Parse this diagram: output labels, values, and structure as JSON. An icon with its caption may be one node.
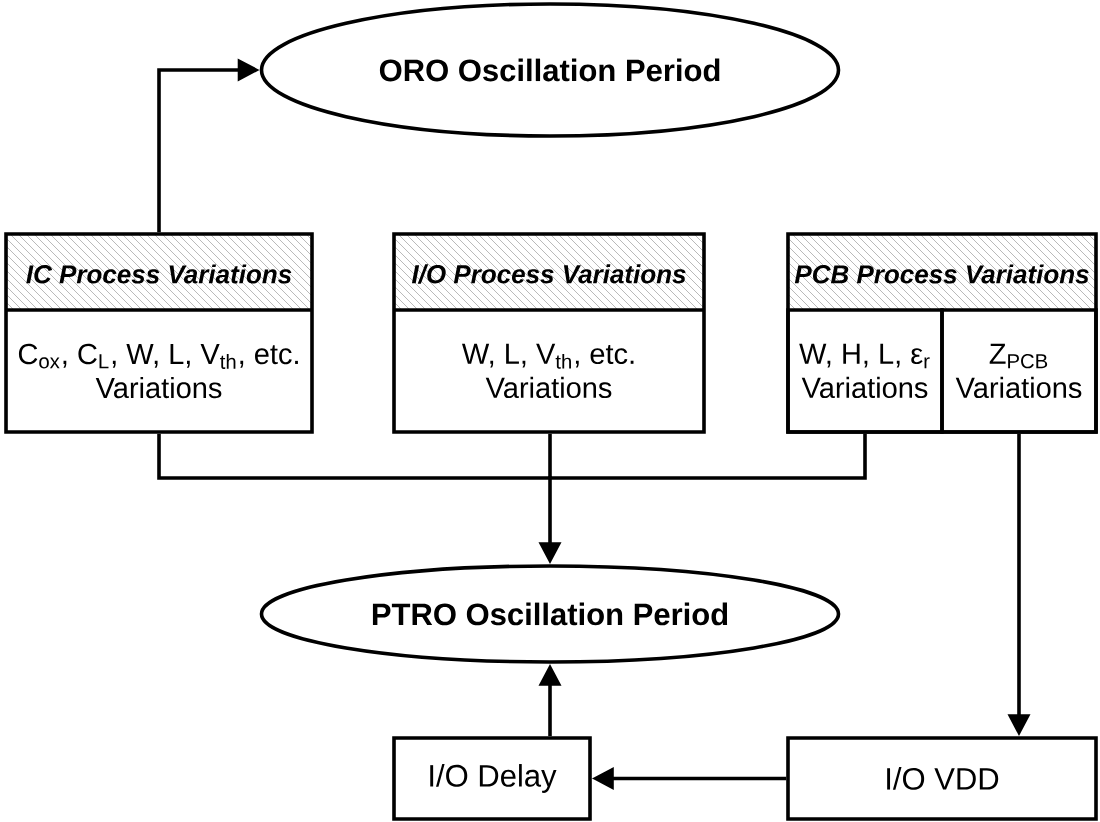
{
  "diagram": {
    "nodes": [
      {
        "text": [
          "ORO Oscillation Period"
        ]
      },
      {
        "text": [
          "IC Process Variations",
          "C$_{ox}$, C$_{L}$, W, L, V$_{th}$, etc. Variations"
        ]
      },
      {
        "text": [
          "I/O Process Variations",
          "W, L, V$_{th}$, etc. Variations"
        ]
      },
      {
        "text": [
          "PCB Process Variations"
        ]
      },
      {
        "text": [
          "W, H, L, ε$_{r}$ Variations"
        ],
        "in": 3
      },
      {
        "text": [
          "Z$_{PCB}$ Variations"
        ],
        "in": 3
      },
      {
        "text": [
          "PTRO Oscillation Period"
        ]
      },
      {
        "text": [
          "I/O Delay"
        ]
      },
      {
        "text": [
          "I/O VDD"
        ]
      }
    ],
    "edges": [
      {
        "from": 1,
        "to": 0,
        "arrow": "to"
      },
      {
        "from": 1,
        "to": 6,
        "arrow": "to"
      },
      {
        "from": 2,
        "to": 6,
        "arrow": "to"
      },
      {
        "from": 4,
        "to": 6,
        "arrow": "to"
      },
      {
        "from": 5,
        "to": 8,
        "arrow": "to"
      },
      {
        "from": 8,
        "to": 7,
        "arrow": "to"
      },
      {
        "from": 7,
        "to": 6,
        "arrow": "to"
      }
    ]
  }
}
